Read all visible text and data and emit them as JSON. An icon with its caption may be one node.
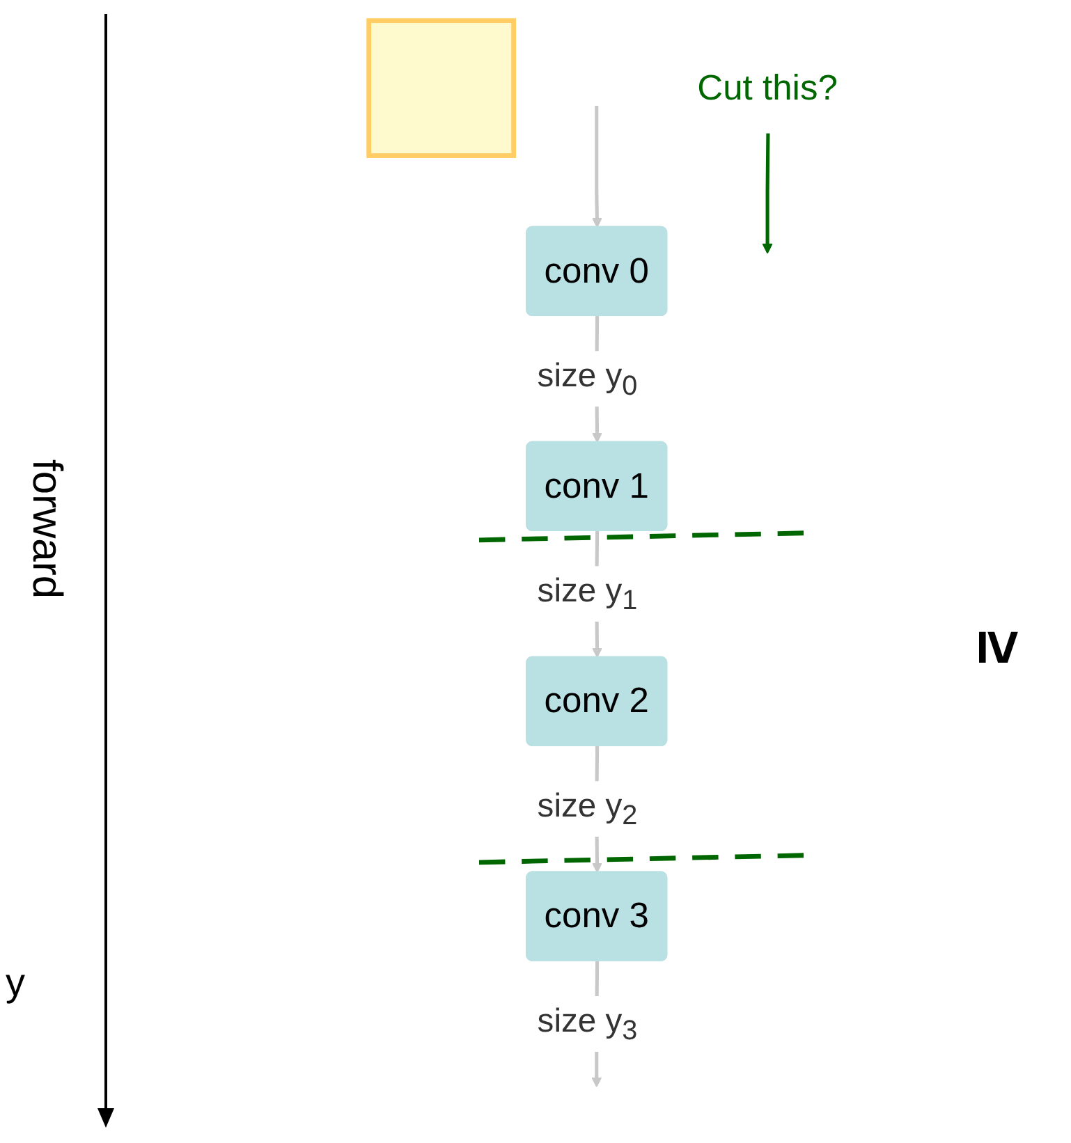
{
  "diagram": {
    "nodes": [
      {
        "text": [],
        "shape": "box"
      },
      {
        "text": [
          "conv 0"
        ]
      },
      {
        "text": [
          "conv 1"
        ]
      },
      {
        "text": [
          "conv 2"
        ]
      },
      {
        "text": [
          "conv 3"
        ]
      },
      {
        "text": [
          "Cut this?"
        ]
      }
    ],
    "edges": [
      {
        "from": null,
        "to": 1,
        "arrow": "to"
      },
      {
        "from": 1,
        "to": 2,
        "arrow": "to",
        "label": "size y$_{0}$"
      },
      {
        "from": 2,
        "to": 3,
        "arrow": "to",
        "label": "size y$_{1}$"
      },
      {
        "from": 3,
        "to": 4,
        "arrow": "to",
        "label": "size y$_{2}$"
      },
      {
        "from": 4,
        "to": null,
        "arrow": "to",
        "label": "size y$_{3}$"
      },
      {
        "from": 5,
        "to": null,
        "arrow": "to",
        "color": "#006600"
      }
    ],
    "labels": [
      "forward",
      "≥",
      "y"
    ]
  }
}
